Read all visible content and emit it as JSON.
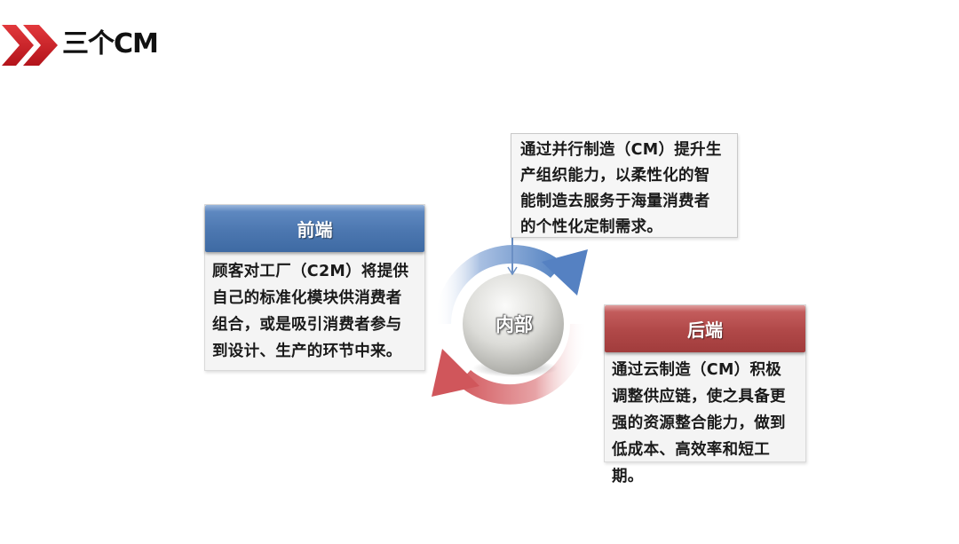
{
  "header": {
    "icon": "double-chevron-right-icon",
    "title": "三个CM",
    "accent_color": "#d21f26"
  },
  "diagram": {
    "front_end": {
      "title": "前端",
      "header_color": "#4c77b0",
      "lines": [
        "顾客对工厂（C2M）将提供",
        "自己的标准化模块供消费者",
        "组合，或是吸引消费者参与",
        "到设计、生产的环节中来。"
      ]
    },
    "internal": {
      "label": "内部",
      "description_lines": [
        "通过并行制造（CM）提升生",
        "产组织能力，以柔性化的智",
        "能制造去服务于海量消费者",
        "的个性化定制需求。"
      ],
      "cycle_colors": {
        "top_arrow": "#5b86c4",
        "bottom_arrow": "#d05a5e"
      }
    },
    "back_end": {
      "title": "后端",
      "header_color": "#b04848",
      "lines": [
        "通过云制造（CM）积极",
        "调整供应链，使之具备更",
        "强的资源整合能力，做到",
        "低成本、高效率和短工期。"
      ]
    }
  }
}
